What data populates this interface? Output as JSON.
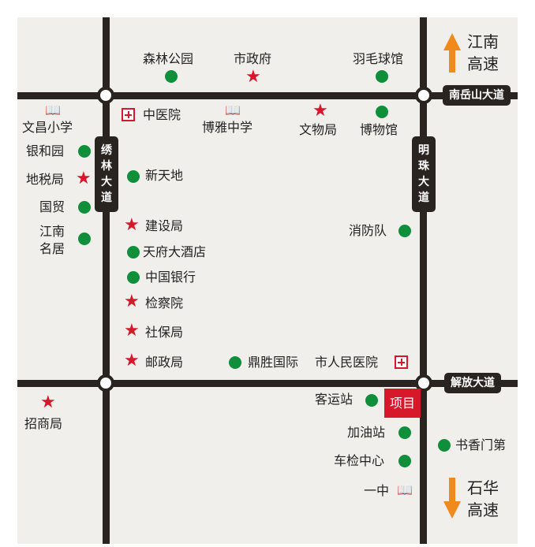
{
  "roads": {
    "nanyueshan": "南岳山大道",
    "jiefang": "解放大道",
    "xiulin": "绣林大道",
    "mingzhu": "明珠大道"
  },
  "highways": {
    "north_line1": "江南",
    "north_line2": "高速",
    "south_line1": "石华",
    "south_line2": "高速"
  },
  "places": {
    "senlin_park": "森林公园",
    "city_gov": "市政府",
    "badminton": "羽毛球馆",
    "tcm_hospital": "中医院",
    "boya_school": "博雅中学",
    "cultural_bureau": "文物局",
    "museum": "博物馆",
    "wenchang_school": "文昌小学",
    "yinheyuan": "银和园",
    "tax_bureau": "地税局",
    "guomao": "国贸",
    "jiangnan_line1": "江南",
    "jiangnan_line2": "名居",
    "xintiandi": "新天地",
    "construction_bureau": "建设局",
    "tianfu_hotel": "天府大酒店",
    "boc": "中国银行",
    "procuratorate": "检察院",
    "social_security": "社保局",
    "post_bureau": "邮政局",
    "dingsheng": "鼎胜国际",
    "peoples_hospital": "市人民医院",
    "fire_brigade": "消防队",
    "merchants_bureau": "招商局",
    "bus_station": "客运站",
    "project": "项目",
    "gas_station": "加油站",
    "inspection_center": "车检中心",
    "no1_school": "一中",
    "shuxiang": "书香门第"
  },
  "colors": {
    "background": "#f1efeb",
    "road": "#2a2421",
    "poi_green": "#0f8f3a",
    "poi_red": "#d7182a",
    "highway_arrow": "#f08a1c"
  },
  "icons": {
    "dot": "green-dot-icon",
    "star": "red-star-icon",
    "hospital": "hospital-cross-icon",
    "school": "open-book-icon",
    "arrow_up": "arrow-up-icon",
    "arrow_down": "arrow-down-icon"
  }
}
